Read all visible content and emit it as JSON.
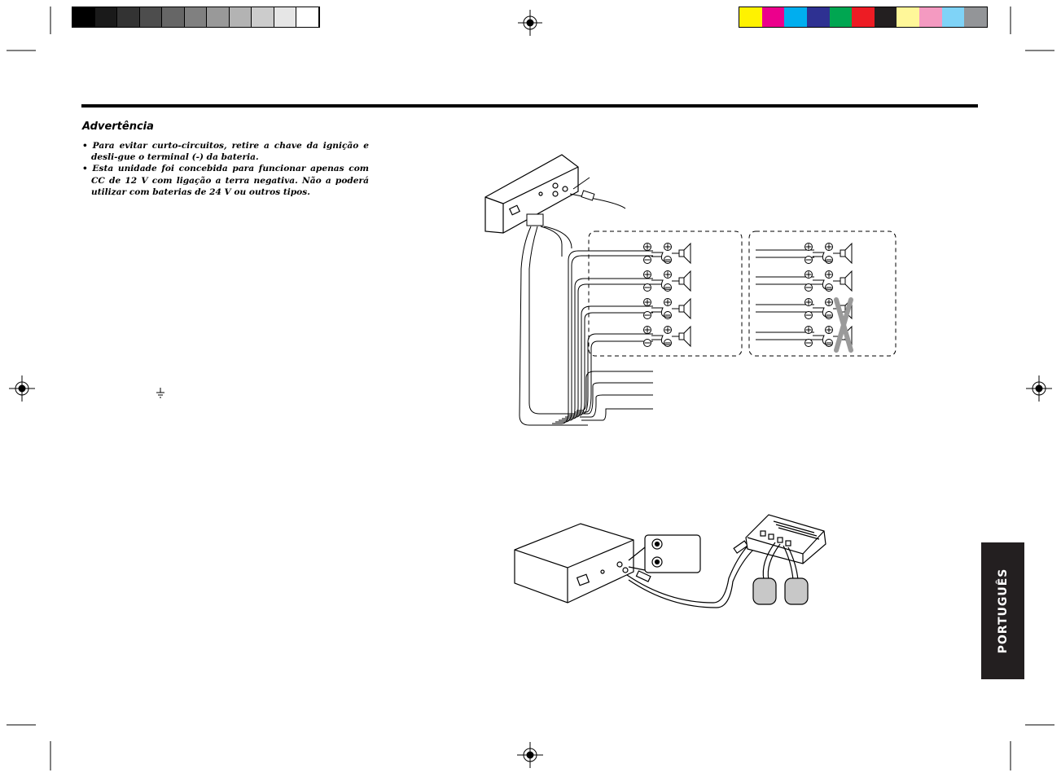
{
  "print_marks": {
    "gray_swatches": [
      "#000000",
      "#1a1a1a",
      "#333333",
      "#4d4d4d",
      "#666666",
      "#808080",
      "#999999",
      "#b3b3b3",
      "#cccccc",
      "#e6e6e6",
      "#ffffff"
    ],
    "color_swatches": [
      "#fff200",
      "#ec008c",
      "#00aeef",
      "#2e3192",
      "#00a651",
      "#ed1c24",
      "#231f20",
      "#fff799",
      "#f49ac1",
      "#7fd3f7",
      "#939598"
    ]
  },
  "warning": {
    "title": "Advertência",
    "items": [
      "• Para evitar curto-circuitos, retire a chave da ignição e desli-gue o terminal (-) da bateria.",
      "• Esta unidade foi concebida para funcionar apenas com CC de 12 V com ligação a terra negativa. Não a poderá utilizar com baterias de 24 V ou outros tipos."
    ]
  },
  "symbols": {
    "ground": "ground-symbol",
    "plus": "⊕",
    "minus": "⊖"
  },
  "language_tab": "PORTUGUÊS"
}
